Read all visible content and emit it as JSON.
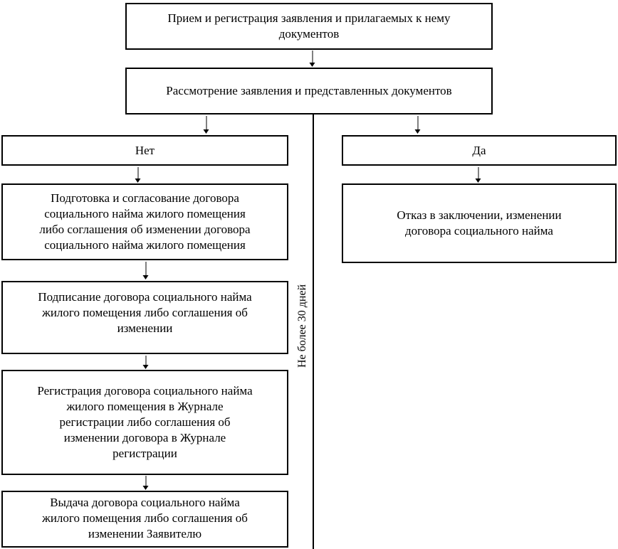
{
  "diagram": {
    "nodes": {
      "intake": "Прием и регистрация заявления и прилагаемых к нему\nдокументов",
      "review": "Рассмотрение заявления и представленных документов",
      "no_label": "Нет",
      "yes_label": "Да",
      "prepare": "Подготовка и согласование договора\nсоциального найма жилого помещения\nлибо соглашения об изменении договора\nсоциального найма жилого помещения",
      "refuse": "Отказ в заключении, изменении\nдоговора социального найма",
      "sign": "Подписание договора социального найма\nжилого помещения либо соглашения об\nизменении",
      "register": "Регистрация договора социального найма\nжилого помещения в Журнале\nрегистрации либо соглашения об\nизменении договора в Журнале\nрегистрации",
      "issue": "Выдача договора социального найма\nжилого помещения либо соглашения об\nизменении Заявителю"
    },
    "timeline_note": "Не более 30 дней",
    "colors": {
      "border": "#000000",
      "background": "#ffffff",
      "text": "#000000"
    }
  }
}
